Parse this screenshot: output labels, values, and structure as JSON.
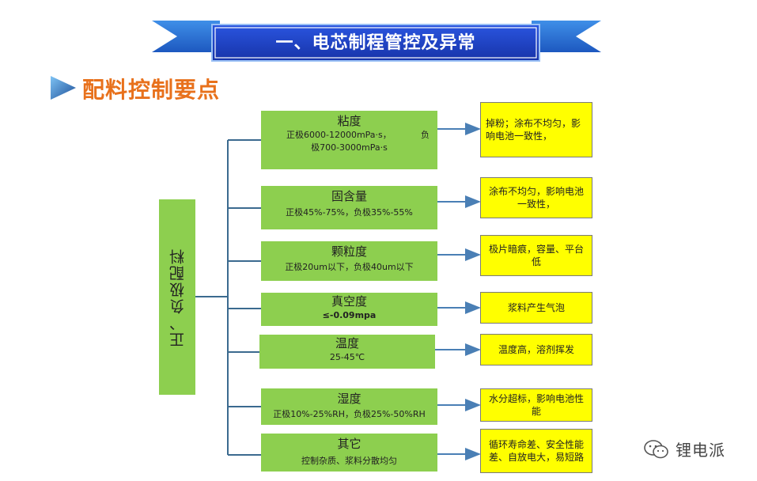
{
  "banner": {
    "title": "一、电芯制程管控及异常"
  },
  "subtitle": "配料控制要点",
  "root": {
    "label": "正、负极配料"
  },
  "params": [
    {
      "name": "粘度",
      "desc1": "正极6000-12000mPa·s，",
      "desc1b": "负",
      "desc2": "极700-3000mPa·s"
    },
    {
      "name": "固含量",
      "desc1": "正极45%-75%，负极35%-55%"
    },
    {
      "name": "颗粒度",
      "desc1": "正极20um以下，负极40um以下"
    },
    {
      "name": "真空度",
      "desc1": "≤-0.09mpa"
    },
    {
      "name": "温度",
      "desc1": "25-45℃"
    },
    {
      "name": "湿度",
      "desc1": "正极10%-25%RH，负极25%-50%RH"
    },
    {
      "name": "其它",
      "desc1": "控制杂质、浆料分散均匀"
    }
  ],
  "results": [
    "掉粉；涂布不均匀，影响电池一致性，",
    "涂布不均匀，影响电池一致性，",
    "极片暗痕，容量、平台低",
    "浆料产生气泡",
    "温度高，溶剂挥发",
    "水分超标，影响电池性能",
    "循环寿命差、安全性能差、自放电大，易短路"
  ],
  "watermark": {
    "text": "锂电派",
    "icon": "wechat-icon"
  },
  "colors": {
    "green": "#8dcf4f",
    "yellow": "#ffff00",
    "banner_blue": "#1b3fc0",
    "subtitle_orange": "#e8711c",
    "connector": "#3b6a8f",
    "arrow": "#4a7fb5"
  }
}
